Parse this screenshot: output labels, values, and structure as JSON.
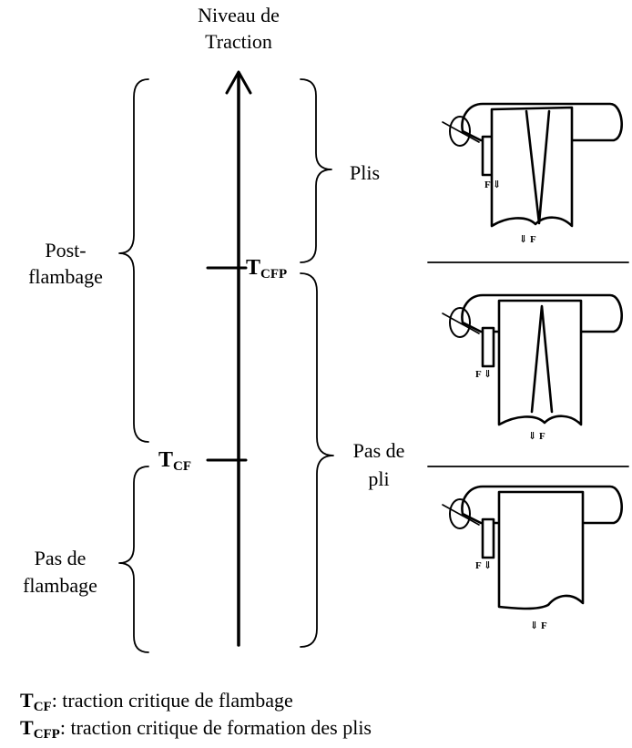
{
  "axis": {
    "title_line1": "Niveau de",
    "title_line2": "Traction"
  },
  "thresholds": {
    "tcf": {
      "main": "T",
      "sub": "CF"
    },
    "tcfp": {
      "main": "T",
      "sub": "CFP"
    }
  },
  "left_regions": {
    "post_flambage": {
      "line1": "Post-",
      "line2": "flambage"
    },
    "pas_de_flambage": {
      "line1": "Pas de",
      "line2": "flambage"
    }
  },
  "right_regions": {
    "plis": "Plis",
    "pas_de_pli": {
      "line1": "Pas de",
      "line2": "pli"
    }
  },
  "illustrations": {
    "force_side": "F ⇓",
    "force_bottom": "⇓ F"
  },
  "legend": {
    "tcf": {
      "main": "T",
      "sub": "CF",
      "desc": ": traction critique de flambage"
    },
    "tcfp": {
      "main": "T",
      "sub": "CFP",
      "desc": ": traction critique de formation des plis"
    }
  }
}
